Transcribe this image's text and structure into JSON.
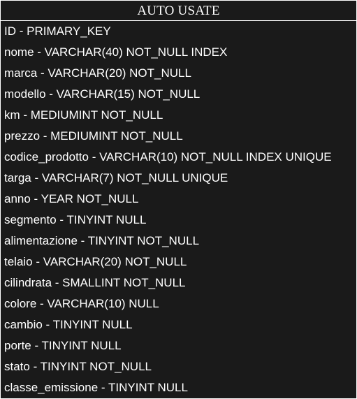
{
  "table": {
    "title": "AUTO USATE",
    "fields": [
      "ID - PRIMARY_KEY",
      "nome - VARCHAR(40) NOT_NULL INDEX",
      "marca - VARCHAR(20) NOT_NULL",
      "modello - VARCHAR(15) NOT_NULL",
      "km - MEDIUMINT NOT_NULL",
      "prezzo - MEDIUMINT NOT_NULL",
      "codice_prodotto - VARCHAR(10) NOT_NULL INDEX UNIQUE",
      "targa - VARCHAR(7) NOT_NULL UNIQUE",
      "anno - YEAR NOT_NULL",
      "segmento - TINYINT NULL",
      "alimentazione - TINYINT NOT_NULL",
      "telaio - VARCHAR(20) NOT_NULL",
      "cilindrata - SMALLINT NOT_NULL",
      "colore - VARCHAR(10) NULL",
      "cambio - TINYINT NULL",
      "porte - TINYINT NULL",
      "stato - TINYINT NOT_NULL",
      "classe_emissione - TINYINT NULL"
    ]
  },
  "colors": {
    "background": "#1a1a1a",
    "border": "#ffffff",
    "text": "#ffffff"
  }
}
